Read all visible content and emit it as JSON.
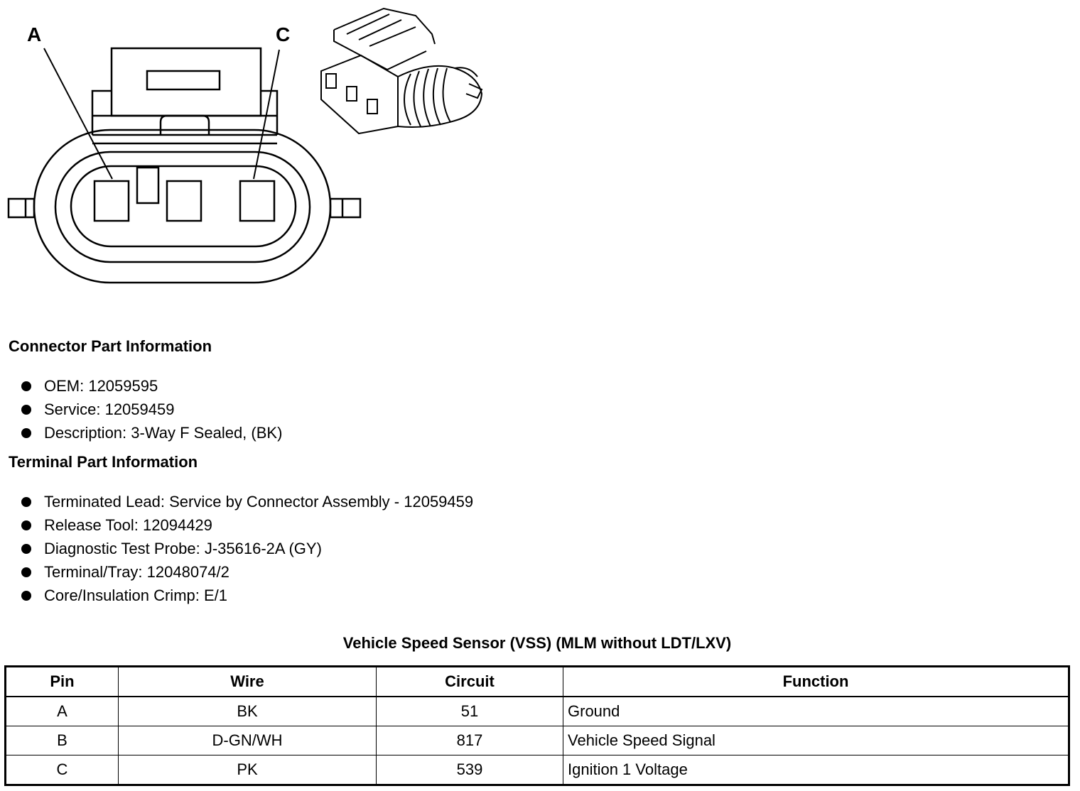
{
  "diagram": {
    "callouts": [
      "A",
      "C"
    ]
  },
  "connector_part_info": {
    "heading": "Connector Part Information",
    "items": [
      "OEM: 12059595",
      "Service: 12059459",
      "Description: 3-Way F Sealed, (BK)"
    ]
  },
  "terminal_part_info": {
    "heading": "Terminal Part Information",
    "items": [
      "Terminated Lead: Service by Connector Assembly - 12059459",
      "Release Tool: 12094429",
      "Diagnostic Test Probe: J-35616-2A (GY)",
      "Terminal/Tray: 12048074/2",
      "Core/Insulation Crimp: E/1"
    ]
  },
  "table": {
    "caption": "Vehicle Speed Sensor (VSS) (MLM without LDT/LXV)",
    "headers": [
      "Pin",
      "Wire",
      "Circuit",
      "Function"
    ],
    "rows": [
      [
        "A",
        "BK",
        "51",
        "Ground"
      ],
      [
        "B",
        "D-GN/WH",
        "817",
        "Vehicle Speed Signal"
      ],
      [
        "C",
        "PK",
        "539",
        "Ignition 1 Voltage"
      ]
    ]
  }
}
